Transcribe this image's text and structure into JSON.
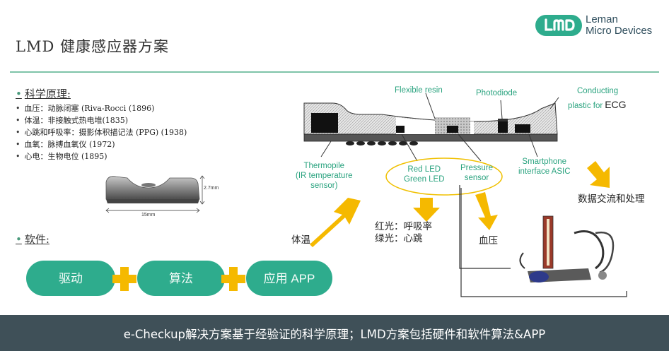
{
  "header": {
    "title": "LMD 健康感应器方案",
    "logo_line1": "Leman",
    "logo_line2": "Micro Devices"
  },
  "science": {
    "heading": "科学原理:",
    "items": [
      "血压：动脉闭塞 (Riva-Rocci (1896)",
      "体温：非接触式热电堆(1835)",
      "心跳和呼吸率：摄影体积描记法 (PPG) (1938)",
      "血氧：脉搏血氧仪 (1972)",
      "心电：生物电位 (1895)"
    ]
  },
  "sensor_photo": {
    "dim_height": "2.7mm",
    "dim_width": "15mm"
  },
  "software": {
    "heading": "软件:",
    "steps": [
      "驱动",
      "算法",
      "应用 APP"
    ]
  },
  "diagram": {
    "labels": {
      "flexible_resin": "Flexible resin",
      "photodiode": "Photodiode",
      "conducting_1": "Conducting",
      "conducting_2": "plastic for",
      "ecg": "ECG",
      "thermopile_1": "Thermopile",
      "thermopile_2": "(IR temperature",
      "thermopile_3": "sensor)",
      "red_led": "Red LED",
      "green_led": "Green LED",
      "pressure_1": "Pressure",
      "pressure_2": "sensor",
      "smartphone_1": "Smartphone",
      "smartphone_2": "interface ASIC"
    },
    "outputs": {
      "temperature": "体温",
      "red_light": "红光：呼吸率",
      "green_light": "绿光：心跳",
      "blood_pressure": "血压",
      "data_exchange": "数据交流和处理"
    }
  },
  "footer": {
    "text": "e-Checkup解决方案基于经验证的科学原理；LMD方案包括硬件和软件算法&APP"
  },
  "colors": {
    "accent_green": "#2eac8d",
    "label_green": "#2aa37f",
    "arrow_yellow": "#f5b900",
    "footer_bg": "#3f5058"
  }
}
